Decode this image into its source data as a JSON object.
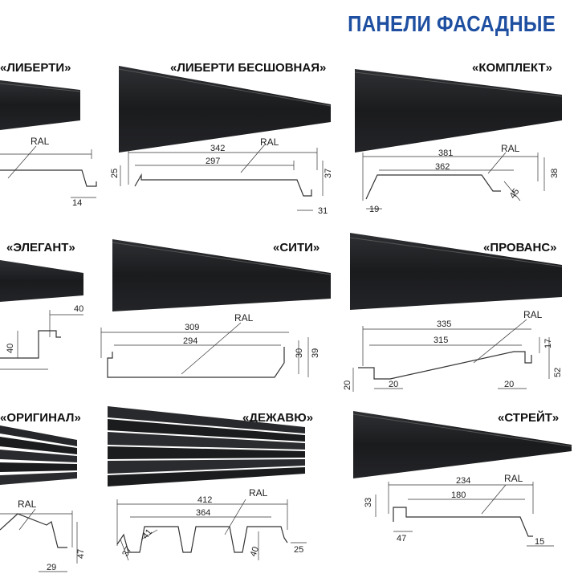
{
  "title": "ПАНЕЛИ ФАСАДНЫЕ",
  "colors": {
    "title": "#1e4fa0",
    "panel": "#1b1c1e",
    "line": "#333333"
  },
  "panels": [
    {
      "name": "«ЛИБЕРТИ»",
      "ral": "RAL",
      "dims": [
        "14"
      ]
    },
    {
      "name": "«ЛИБЕРТИ БЕСШОВНАЯ»",
      "ral": "RAL",
      "dims": [
        "342",
        "297",
        "25",
        "37",
        "31"
      ]
    },
    {
      "name": "«КОМПЛЕКТ»",
      "ral": "RAL",
      "dims": [
        "381",
        "362",
        "38",
        "19",
        "45"
      ]
    },
    {
      "name": "«ЭЛЕГАНТ»",
      "dims": [
        "40",
        "40"
      ]
    },
    {
      "name": "«СИТИ»",
      "ral": "RAL",
      "dims": [
        "309",
        "294",
        "30",
        "39"
      ]
    },
    {
      "name": "«ПРОВАНС»",
      "ral": "RAL",
      "dims": [
        "335",
        "315",
        "17",
        "52",
        "20",
        "20",
        "20"
      ]
    },
    {
      "name": "«ОРИГИНАЛ»",
      "ral": "RAL",
      "dims": [
        "47",
        "29"
      ]
    },
    {
      "name": "«ДЕЖАВЮ»",
      "ral": "RAL",
      "dims": [
        "412",
        "364",
        "37",
        "41",
        "40",
        "25"
      ]
    },
    {
      "name": "«СТРЕЙТ»",
      "ral": "RAL",
      "dims": [
        "234",
        "180",
        "33",
        "47",
        "15"
      ]
    }
  ]
}
